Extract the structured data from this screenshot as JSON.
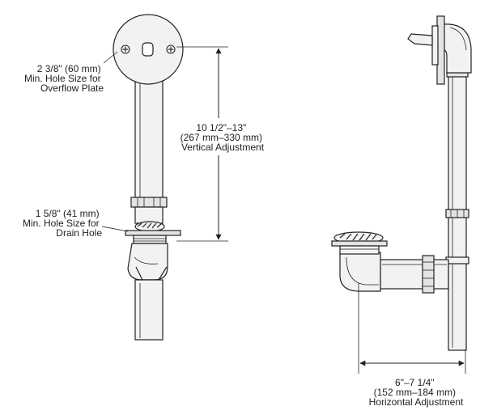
{
  "labels": {
    "overflow_plate": {
      "line1": "2 3/8\" (60 mm)",
      "line2": "Min. Hole Size for",
      "line3": "Overflow Plate"
    },
    "drain_hole": {
      "line1": "1 5/8\" (41 mm)",
      "line2": "Min. Hole Size for",
      "line3": "Drain Hole"
    },
    "vertical_adjustment": {
      "line1": "10 1/2\"–13\"",
      "line2": "(267 mm–330 mm)",
      "line3": "Vertical Adjustment"
    },
    "horizontal_adjustment": {
      "line1": "6\"–7 1/4\"",
      "line2": "(152 mm–184 mm)",
      "line3": "Horizontal Adjustment"
    }
  }
}
